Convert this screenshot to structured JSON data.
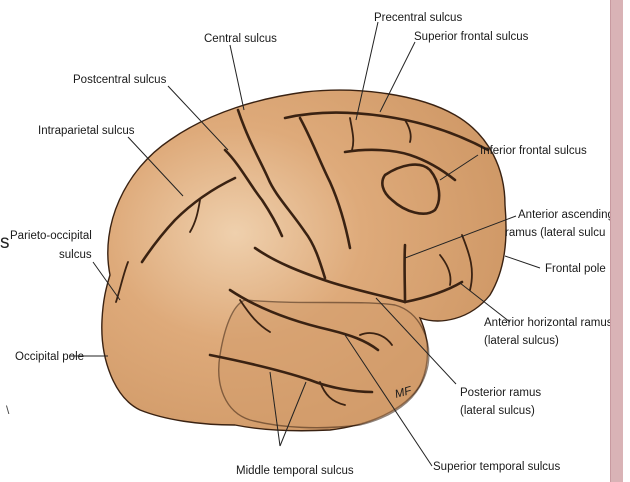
{
  "labels": {
    "precentral": "Precentral sulcus",
    "central": "Central sulcus",
    "superior_frontal": "Superior frontal sulcus",
    "postcentral": "Postcentral sulcus",
    "intraparietal": "Intraparietal sulcus",
    "inferior_frontal": "Inferior frontal sulcus",
    "anterior_ascending_1": "Anterior ascending",
    "anterior_ascending_2": "ramus (lateral sulcu",
    "parieto_occipital_1": "Parieto-occipital",
    "parieto_occipital_2": "sulcus",
    "frontal_pole": "Frontal pole",
    "anterior_horizontal_1": "Anterior horizontal ramus",
    "anterior_horizontal_2": "(lateral sulcus)",
    "occipital_pole": "Occipital pole",
    "posterior_ramus_1": "Posterior ramus",
    "posterior_ramus_2": "(lateral sulcus)",
    "middle_temporal": "Middle temporal sulcus",
    "superior_temporal": "Superior temporal sulcus"
  },
  "cut_text": "s",
  "cut_tick": "\\",
  "artist_mark": "MF",
  "colors": {
    "brain_fill": "#d9a574",
    "brain_highlight": "#ecc9a3",
    "sulcus": "#3a2212",
    "side_stripe": "#d9b3b6"
  }
}
